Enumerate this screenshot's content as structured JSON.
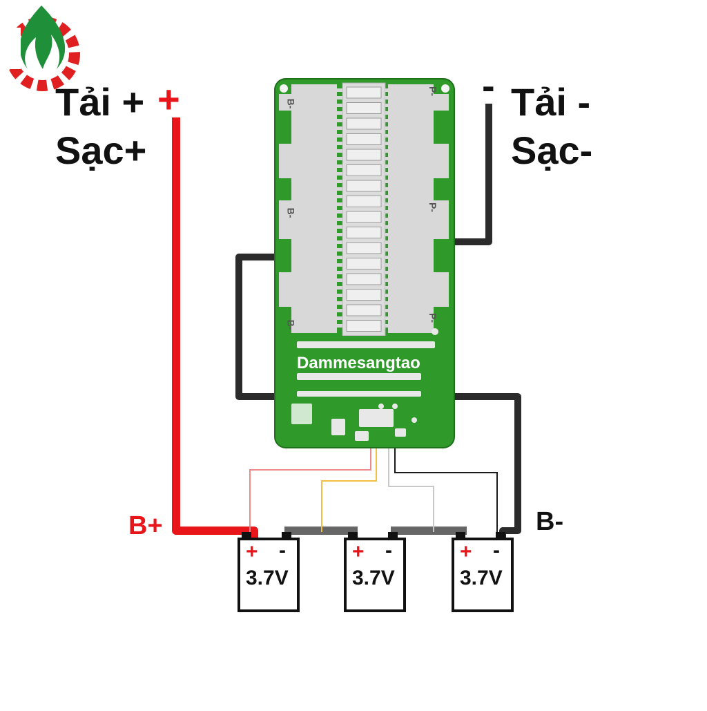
{
  "labels": {
    "load_plus": "Tải +",
    "plus_sign": "+",
    "charge_plus": "Sạc+",
    "load_minus": "Tải -",
    "minus_sign": "-",
    "charge_minus": "Sạc-",
    "b_plus": "B+",
    "b_minus": "B-"
  },
  "board": {
    "brand": "Dammesangtao",
    "pad_labels": [
      "B-",
      "B-",
      "B-",
      "P-",
      "P-",
      "P-"
    ],
    "mosfet_count": 16,
    "color": "#2f9a2a",
    "pad_color": "#d8d8d8"
  },
  "batteries": [
    {
      "voltage": "3.7V",
      "plus": "+",
      "minus": "-"
    },
    {
      "voltage": "3.7V",
      "plus": "+",
      "minus": "-"
    },
    {
      "voltage": "3.7V",
      "plus": "+",
      "minus": "-"
    }
  ],
  "colors": {
    "positive_wire": "#e8151b",
    "negative_wire": "#2b2b2b",
    "balance_red": "#f08a8a",
    "balance_yellow": "#f2c040",
    "balance_gray": "#c8c8c8",
    "balance_black": "#1a1a1a",
    "logo_green": "#1f8f3a",
    "logo_red": "#e02020"
  },
  "icons": [
    "logo-flame-gear-icon"
  ]
}
